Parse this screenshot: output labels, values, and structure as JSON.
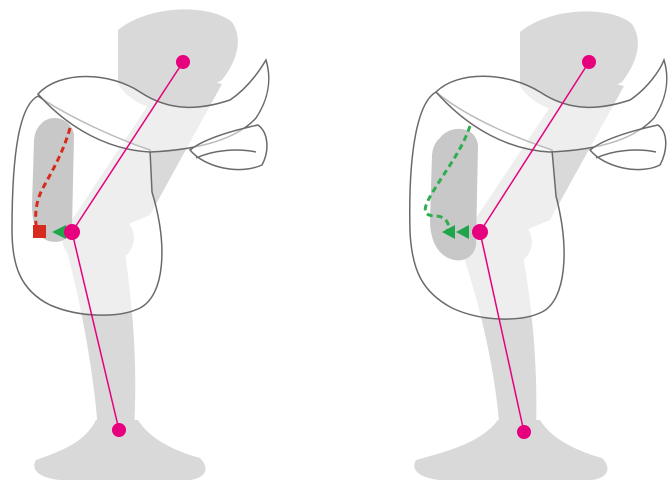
{
  "colors": {
    "background": "#ffffff",
    "rider_leg": "#d9d9d9",
    "saddle_outline": "#6a6a6a",
    "saddle_fill": "#ffffff",
    "knee_roll": "#c8c8c8",
    "joint_marker": "#e6007e",
    "alignment_line": "#e6007e",
    "arrow": "#1fa64a",
    "incorrect_flap_edge": "#d62b1f",
    "correct_flap_edge": "#2fae4f"
  },
  "panels": [
    {
      "id": "incorrect-fit",
      "variant": "incorrect"
    },
    {
      "id": "correct-fit",
      "variant": "correct"
    }
  ]
}
